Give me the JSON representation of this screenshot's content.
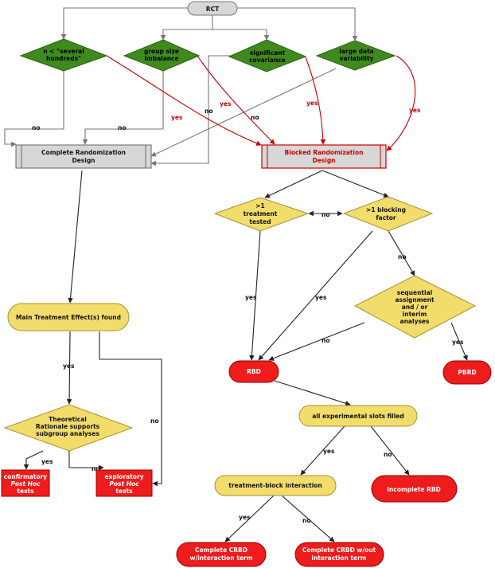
{
  "nodes": {
    "rct": "RCT",
    "n_small": [
      "n < \"several",
      "hundreds\""
    ],
    "group_imbalance": [
      "group size",
      "imbalance"
    ],
    "sig_covariance": [
      "significant",
      "covariance"
    ],
    "large_var": [
      "large data",
      "variability"
    ],
    "crd": [
      "Complete  Randomization",
      "Design"
    ],
    "brd": [
      "Blocked Randomization",
      "Design"
    ],
    "gt1_treat": [
      ">1",
      "treatment",
      "tested"
    ],
    "gt1_block": [
      ">1 blocking",
      "factor"
    ],
    "sequential": [
      "sequential",
      "assignment",
      "and / or",
      "interim",
      "analyses"
    ],
    "main_effect": "Main Treatment Effect(s) found",
    "rbd": "RBD",
    "pbrd": "PBRD",
    "theory": [
      "Theoretical",
      "Rationale supports",
      "subgroup analyses"
    ],
    "confirm": [
      "confirmatory",
      "Post Hoc",
      "tests"
    ],
    "explore": [
      "exploratory",
      "Post Hoc",
      "tests"
    ],
    "all_slots": "all experimental slots filled",
    "tb_interaction": "treatment-block interaction",
    "incomplete_rbd": "Incomplete RBD",
    "crbd_with": [
      "Complete CRBD",
      "w/interaction term"
    ],
    "crbd_without": [
      "Complete CRBD w/out",
      "interaction term"
    ]
  },
  "edge_labels": {
    "yes": "yes",
    "no": "no"
  },
  "colors": {
    "green": "#3e8a1c",
    "yellow": "#f2dc6b",
    "red": "#ee1c1c",
    "gray": "#d7d7d7",
    "red_line": "#cc0000"
  }
}
